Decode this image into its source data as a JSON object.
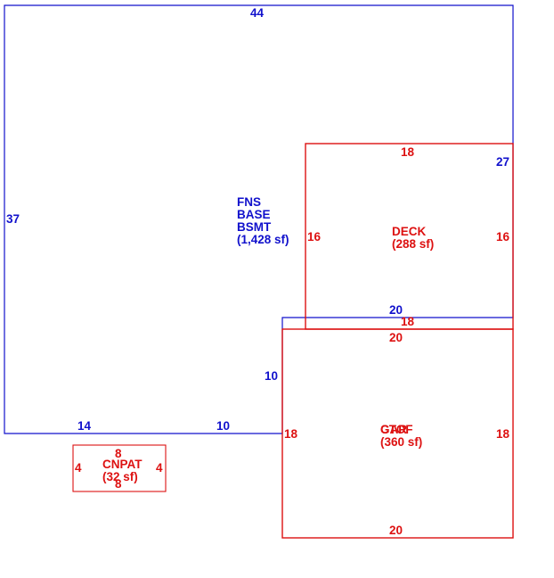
{
  "colors": {
    "main": "#1111cc",
    "addition": "#dd1111"
  },
  "main_area": {
    "name_lines": [
      "FNS",
      "BASE",
      "BSMT"
    ],
    "area": "(1,428 sf)",
    "dims": {
      "top": "44",
      "left": "37",
      "right_upper": "27",
      "bottom_left": "14",
      "bottom_mid": "10",
      "notch_side": "10",
      "notch_top": "20"
    }
  },
  "deck": {
    "name": "DECK",
    "area": "(288 sf)",
    "dims": {
      "top": "18",
      "bottom": "18",
      "left": "16",
      "right": "16"
    }
  },
  "garage": {
    "name_overlap_a": "GAR",
    "name_overlap_b": "CTOF",
    "area": "(360 sf)",
    "dims": {
      "top": "20",
      "bottom": "20",
      "left": "18",
      "right": "18"
    }
  },
  "cnpat": {
    "name": "CNPAT",
    "area": "(32 sf)",
    "dims": {
      "top": "8",
      "bottom": "8",
      "left": "4",
      "right": "4"
    }
  }
}
